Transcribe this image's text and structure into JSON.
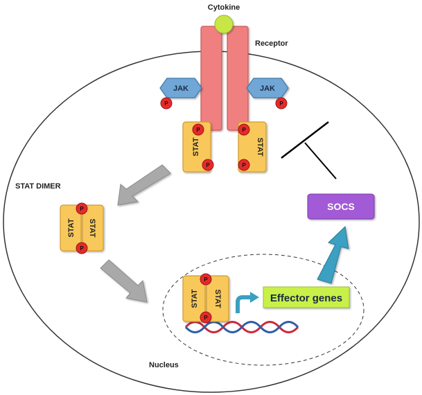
{
  "labels": {
    "cytokine": "Cytokine",
    "receptor": "Receptor",
    "stat_dimer": "STAT DIMER",
    "nucleus": "Nucleus",
    "jak": "JAK",
    "stat": "STAT",
    "phospho": "P",
    "socs": "SOCS",
    "effector_genes": "Effector genes"
  },
  "colors": {
    "receptor_fill": "#f08080",
    "cytokine_fill": "#c8e645",
    "jak_fill": "#6fa7d6",
    "stat_fill": "#f8c95a",
    "phospho_fill": "#e52a2a",
    "socs_fill": "#a35ad6",
    "effector_fill": "#c8f04a",
    "arrow_gray": "#a9a9a9",
    "arrow_teal": "#3aa0c2",
    "dna_red": "#cc2a3a",
    "dna_blue": "#2f5ea8"
  }
}
